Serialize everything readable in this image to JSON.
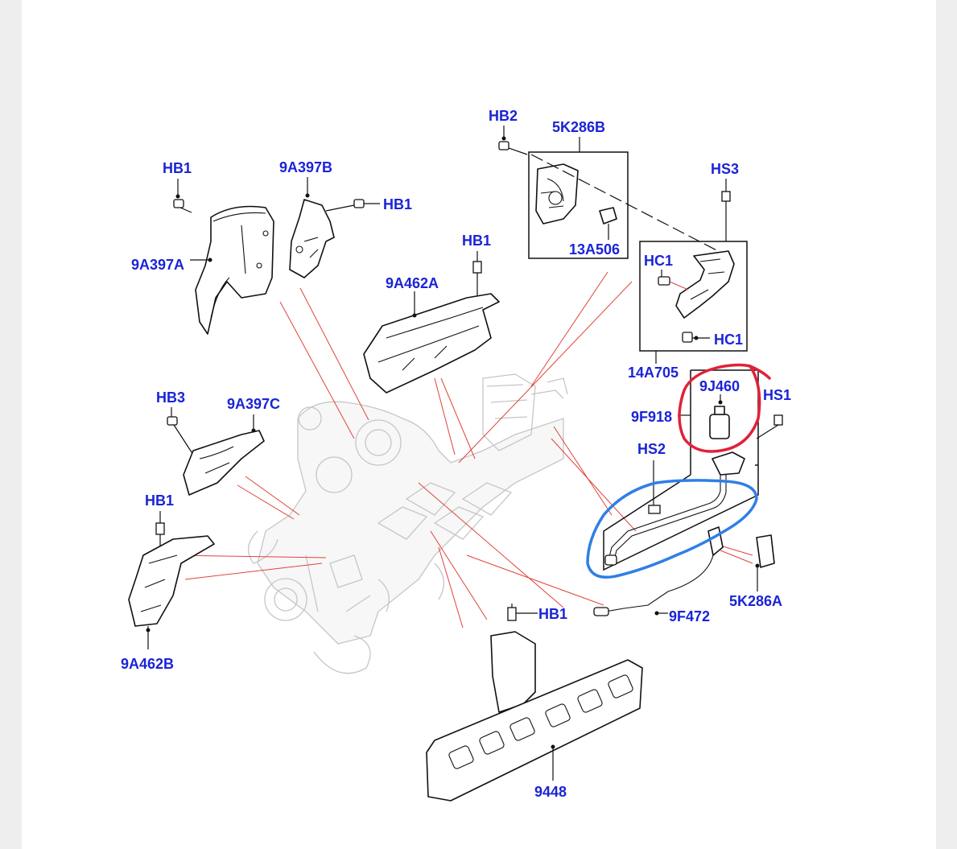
{
  "labels": {
    "hb2": "HB2",
    "p5k286b": "5K286B",
    "hb1_top_left": "HB1",
    "p9a397b": "9A397B",
    "hb1_bracket_right": "HB1",
    "hs3": "HS3",
    "p9a397a": "9A397A",
    "p13a506": "13A506",
    "hb1_mid": "HB1",
    "hc1_upper": "HC1",
    "p9a462a": "9A462A",
    "hc1_lower": "HC1",
    "p14a705": "14A705",
    "p9j460": "9J460",
    "hs1": "HS1",
    "hb3": "HB3",
    "p9a397c": "9A397C",
    "p9f918": "9F918",
    "hs2": "HS2",
    "hb1_lower_left": "HB1",
    "p5k286a": "5K286A",
    "hb1_manifold": "HB1",
    "p9f472": "9F472",
    "p9a462b": "9A462B",
    "p9448": "9448"
  },
  "colors": {
    "label": "#1a24d6",
    "callout_line": "#e0433a",
    "red_markup": "#e0223a",
    "blue_markup": "#2f7fe6",
    "page_margin": "#eeeeef"
  }
}
